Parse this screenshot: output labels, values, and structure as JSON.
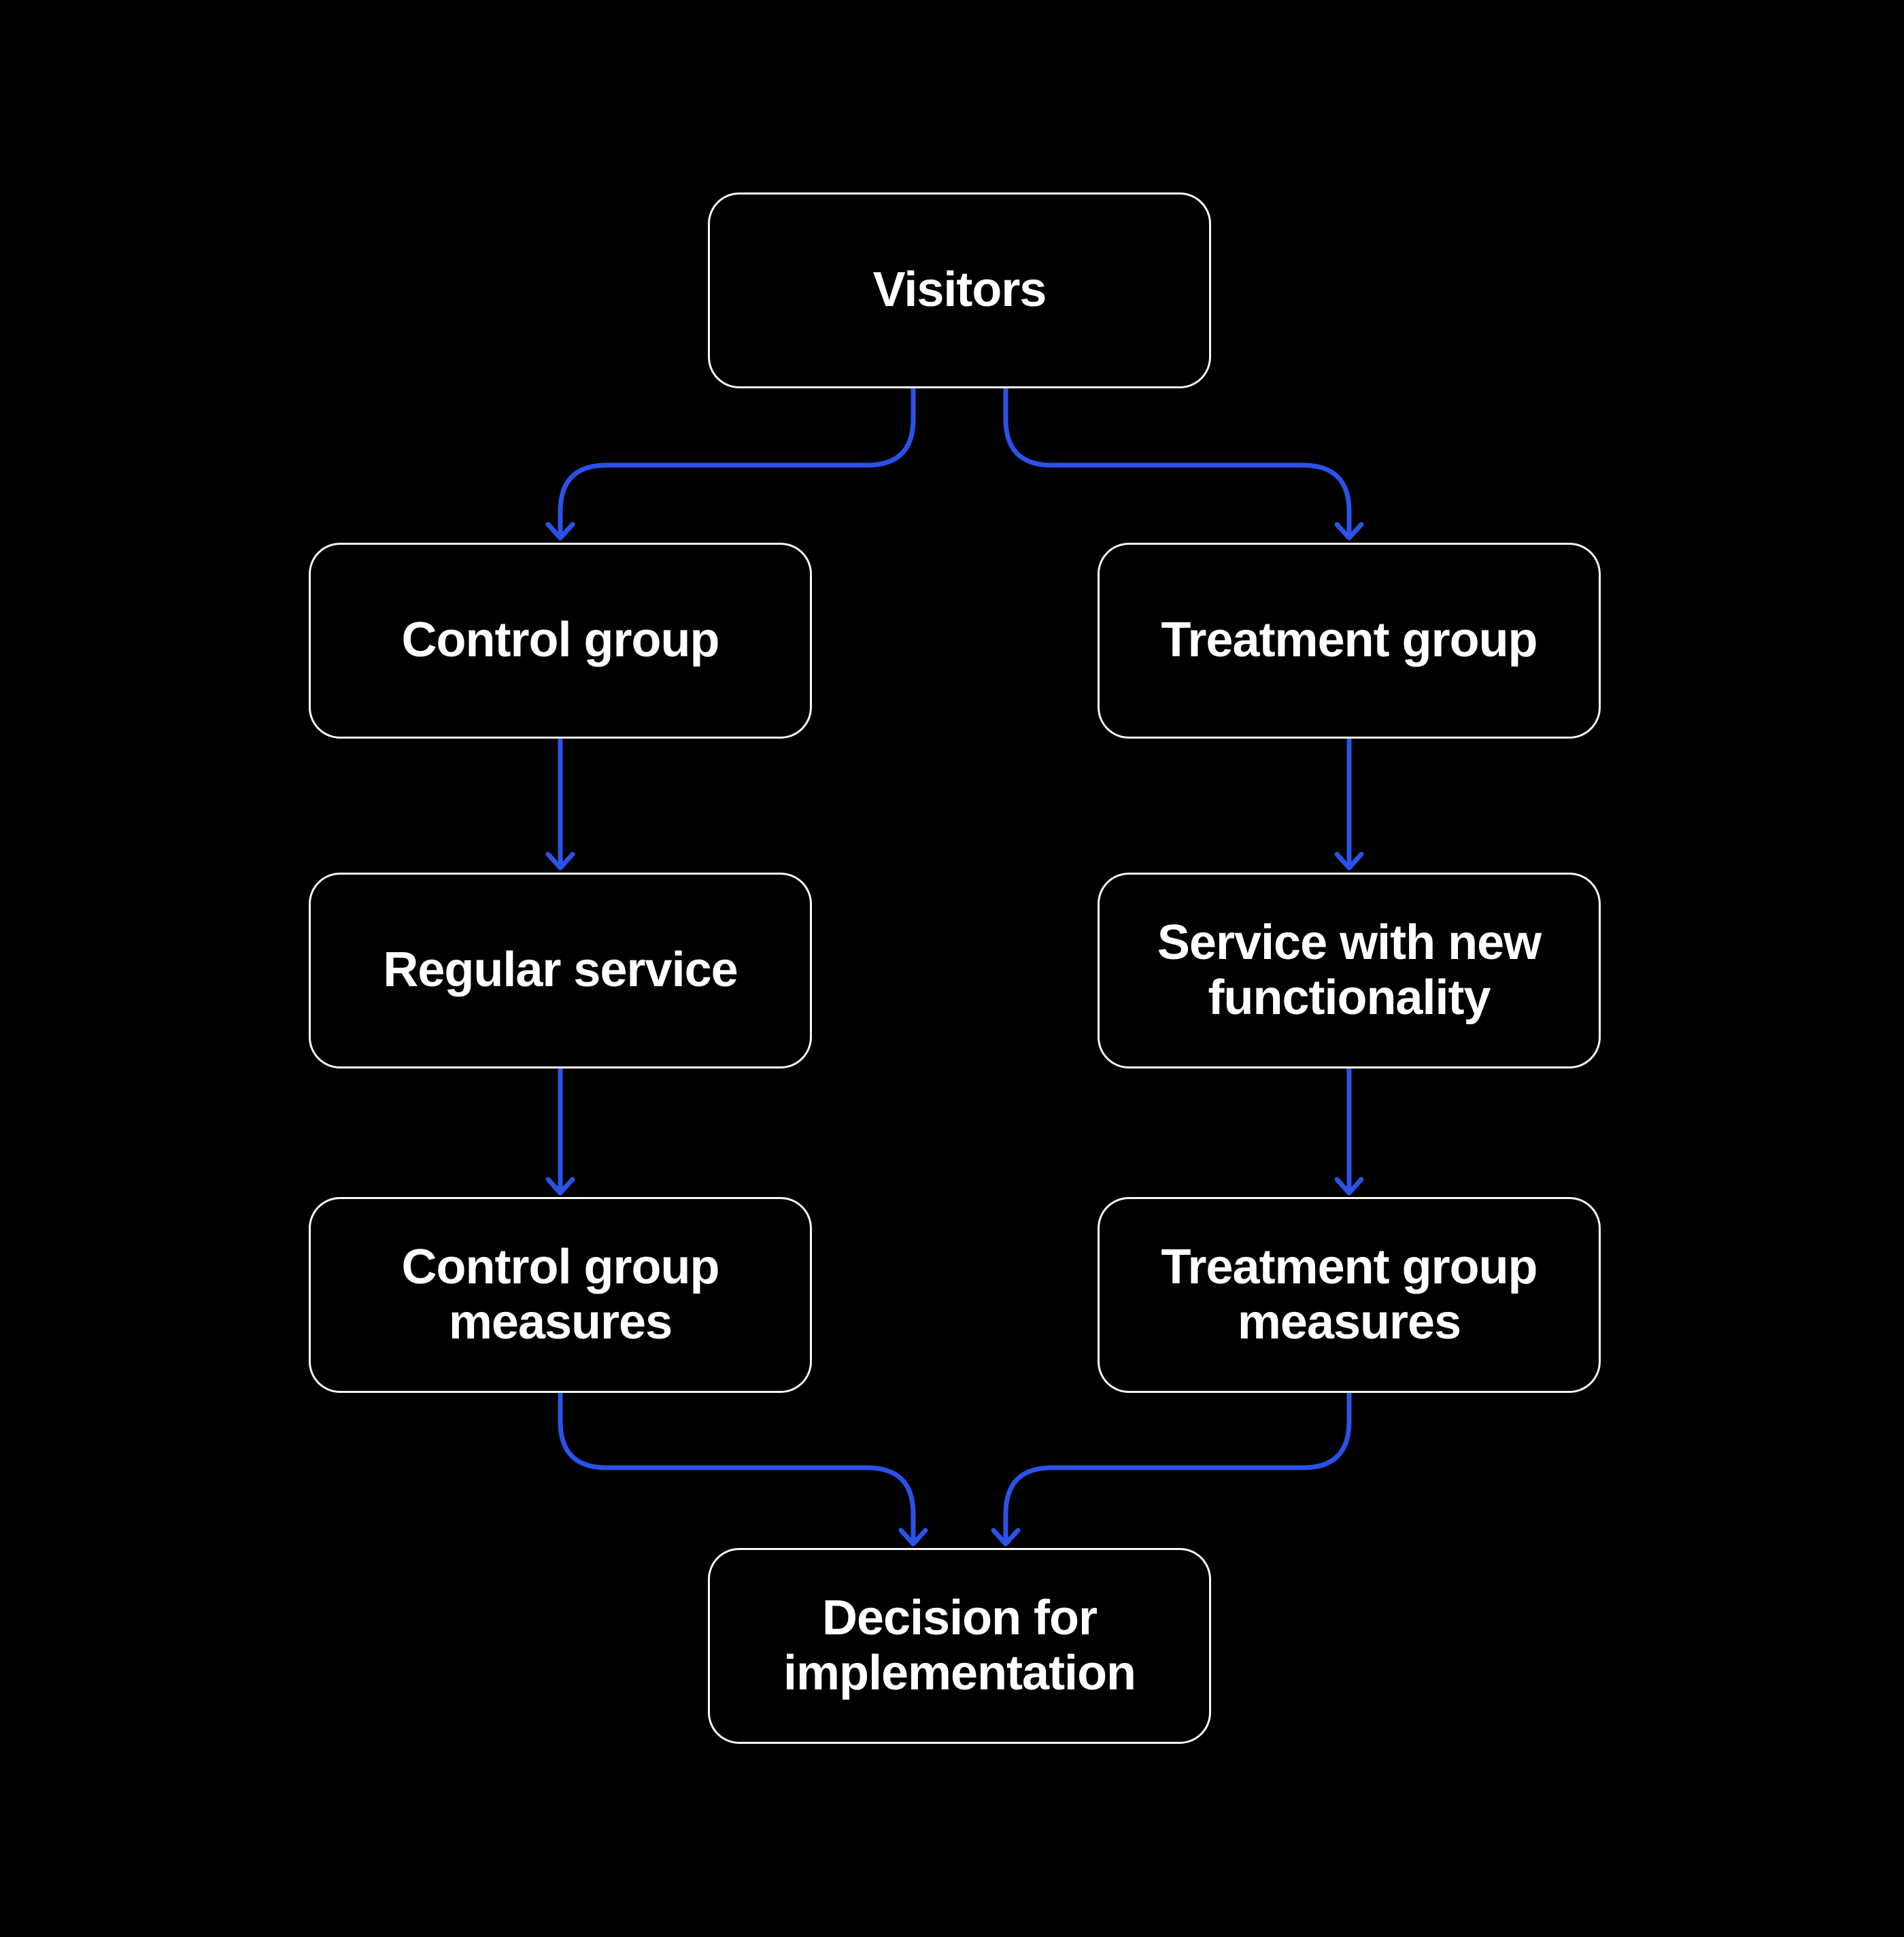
{
  "nodes": {
    "visitors": {
      "label": "Visitors"
    },
    "control_group": {
      "label": "Control group"
    },
    "treatment_group": {
      "label": "Treatment group"
    },
    "regular_service": {
      "label": "Regular service"
    },
    "service_new_functionality": {
      "label": "Service with new\nfunctionality"
    },
    "control_group_measures": {
      "label": "Control group\nmeasures"
    },
    "treatment_group_measures": {
      "label": "Treatment group\nmeasures"
    },
    "decision": {
      "label": "Decision for\nimplementation"
    }
  },
  "edges": [
    {
      "from": "visitors",
      "to": "control_group"
    },
    {
      "from": "visitors",
      "to": "treatment_group"
    },
    {
      "from": "control_group",
      "to": "regular_service"
    },
    {
      "from": "treatment_group",
      "to": "service_new_functionality"
    },
    {
      "from": "regular_service",
      "to": "control_group_measures"
    },
    {
      "from": "service_new_functionality",
      "to": "treatment_group_measures"
    },
    {
      "from": "control_group_measures",
      "to": "decision"
    },
    {
      "from": "treatment_group_measures",
      "to": "decision"
    }
  ],
  "colors": {
    "background": "#000000",
    "node_fill": "#000000",
    "node_border": "#f6f6f6",
    "text": "#ffffff",
    "arrow": "#2b52e8"
  }
}
